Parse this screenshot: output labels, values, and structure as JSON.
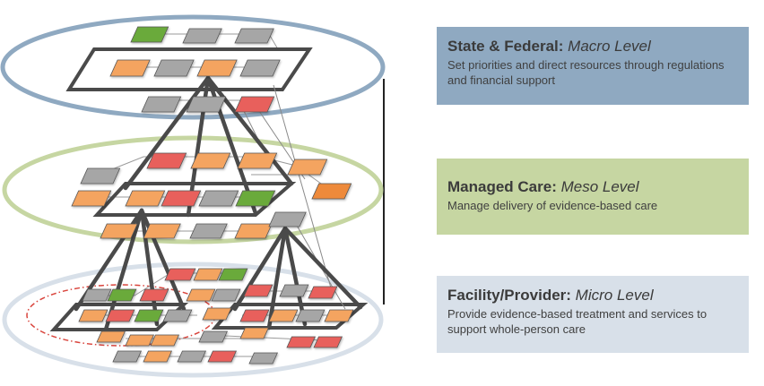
{
  "levels": {
    "macro": {
      "title": "State & Federal:",
      "subtitle": "Macro Level",
      "description": "Set priorities and direct resources through regulations and financial support",
      "color": "#8fa9c1"
    },
    "meso": {
      "title": "Managed Care:",
      "subtitle": "Meso Level",
      "description": "Manage delivery of evidence-based care",
      "color": "#c6d6a2"
    },
    "micro": {
      "title": "Facility/Provider:",
      "subtitle": "Micro Level",
      "description": "Provide evidence-based treatment and services to support whole-person care",
      "color": "#d8e0e9"
    }
  },
  "palette": {
    "green": "#6aaa3a",
    "gray": "#a6a6a6",
    "orange": "#f4a460",
    "red": "#e8615c",
    "dark_orange": "#ee8a3a",
    "ring_blue": "#8fa9c1",
    "ring_green": "#c6d6a2",
    "ring_light": "#d8e0e9"
  }
}
